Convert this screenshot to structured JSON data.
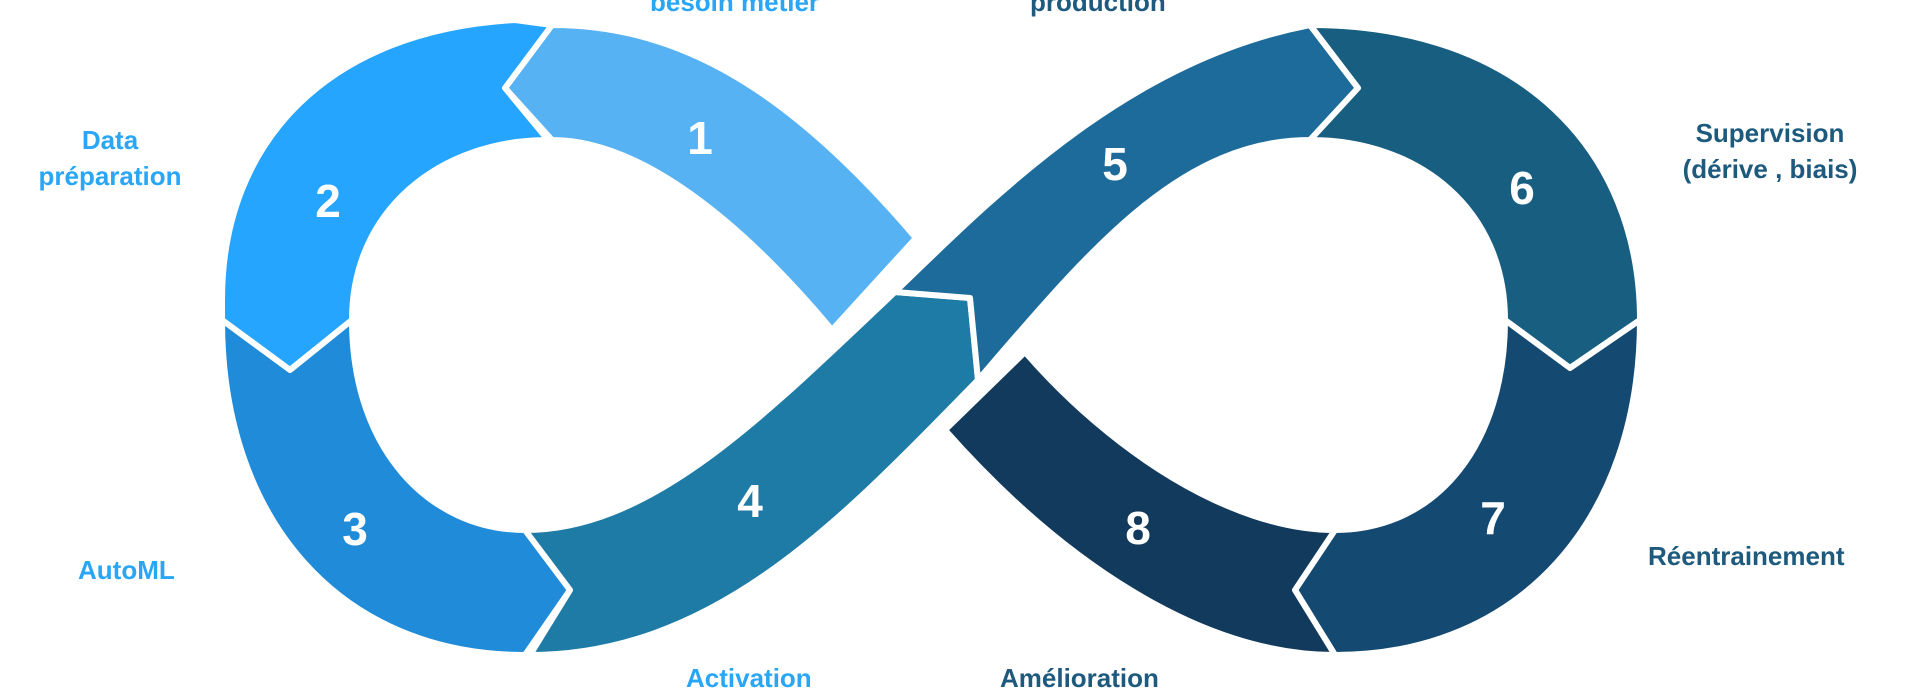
{
  "steps": [
    {
      "number": "1",
      "color": "#57b2f4"
    },
    {
      "number": "2",
      "color": "#26a5ff"
    },
    {
      "number": "3",
      "color": "#208bd9"
    },
    {
      "number": "4",
      "color": "#1d7ba6"
    },
    {
      "number": "5",
      "color": "#1c6b9b"
    },
    {
      "number": "6",
      "color": "#175e80"
    },
    {
      "number": "7",
      "color": "#144a71"
    },
    {
      "number": "8",
      "color": "#123a5c"
    }
  ],
  "labels": {
    "besoin": "besoin métier",
    "production": "production",
    "data_line1": "Data",
    "data_line2": "préparation",
    "supervision_line1": "Supervision",
    "supervision_line2": "(dérive , biais)",
    "automl": "AutoML",
    "reentrainement": "Réentrainement",
    "activation": "Activation",
    "amelioration": "Amélioration"
  },
  "label_colors": {
    "light": "#29a6f5",
    "dark": "#1d5a7e"
  }
}
